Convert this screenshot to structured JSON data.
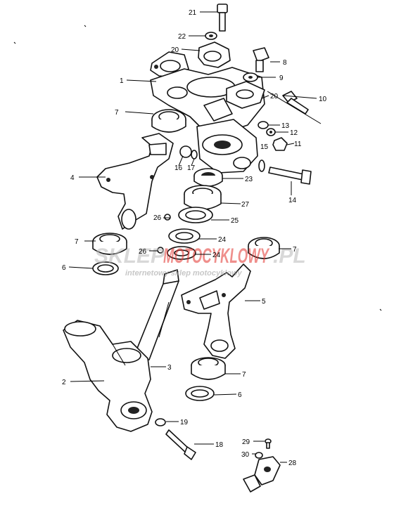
{
  "watermark": {
    "brand_part1": "SKLEP",
    "brand_part2": "MOTOCYKLOWY",
    "brand_suffix": ".PL",
    "tagline": "internetowy sklep motocyklowy",
    "accent_color": "#e3342f",
    "grey_color": "#b9b9b9"
  },
  "callouts": [
    {
      "id": "c21a",
      "text": "21"
    },
    {
      "id": "c22",
      "text": "22"
    },
    {
      "id": "c20a",
      "text": "20"
    },
    {
      "id": "c8",
      "text": "8"
    },
    {
      "id": "c9",
      "text": "9"
    },
    {
      "id": "c1",
      "text": "1"
    },
    {
      "id": "c20b",
      "text": "20"
    },
    {
      "id": "c10",
      "text": "10"
    },
    {
      "id": "c7a",
      "text": "7"
    },
    {
      "id": "c13",
      "text": "13"
    },
    {
      "id": "c12",
      "text": "12"
    },
    {
      "id": "c11",
      "text": "11"
    },
    {
      "id": "c15",
      "text": "15"
    },
    {
      "id": "c16",
      "text": "16"
    },
    {
      "id": "c17",
      "text": "17"
    },
    {
      "id": "c4",
      "text": "4"
    },
    {
      "id": "c23",
      "text": "23"
    },
    {
      "id": "c14",
      "text": "14"
    },
    {
      "id": "c27",
      "text": "27"
    },
    {
      "id": "c26a",
      "text": "26"
    },
    {
      "id": "c25",
      "text": "25"
    },
    {
      "id": "c7b",
      "text": "7"
    },
    {
      "id": "c24a",
      "text": "24"
    },
    {
      "id": "c26b",
      "text": "26"
    },
    {
      "id": "c24b",
      "text": "24"
    },
    {
      "id": "c7c",
      "text": "7"
    },
    {
      "id": "c6a",
      "text": "6"
    },
    {
      "id": "c5",
      "text": "5"
    },
    {
      "id": "c3",
      "text": "3"
    },
    {
      "id": "c7d",
      "text": "7"
    },
    {
      "id": "c2",
      "text": "2"
    },
    {
      "id": "c6b",
      "text": "6"
    },
    {
      "id": "c19",
      "text": "19"
    },
    {
      "id": "c18",
      "text": "18"
    },
    {
      "id": "c29",
      "text": "29"
    },
    {
      "id": "c30",
      "text": "30"
    },
    {
      "id": "c28",
      "text": "28"
    }
  ]
}
